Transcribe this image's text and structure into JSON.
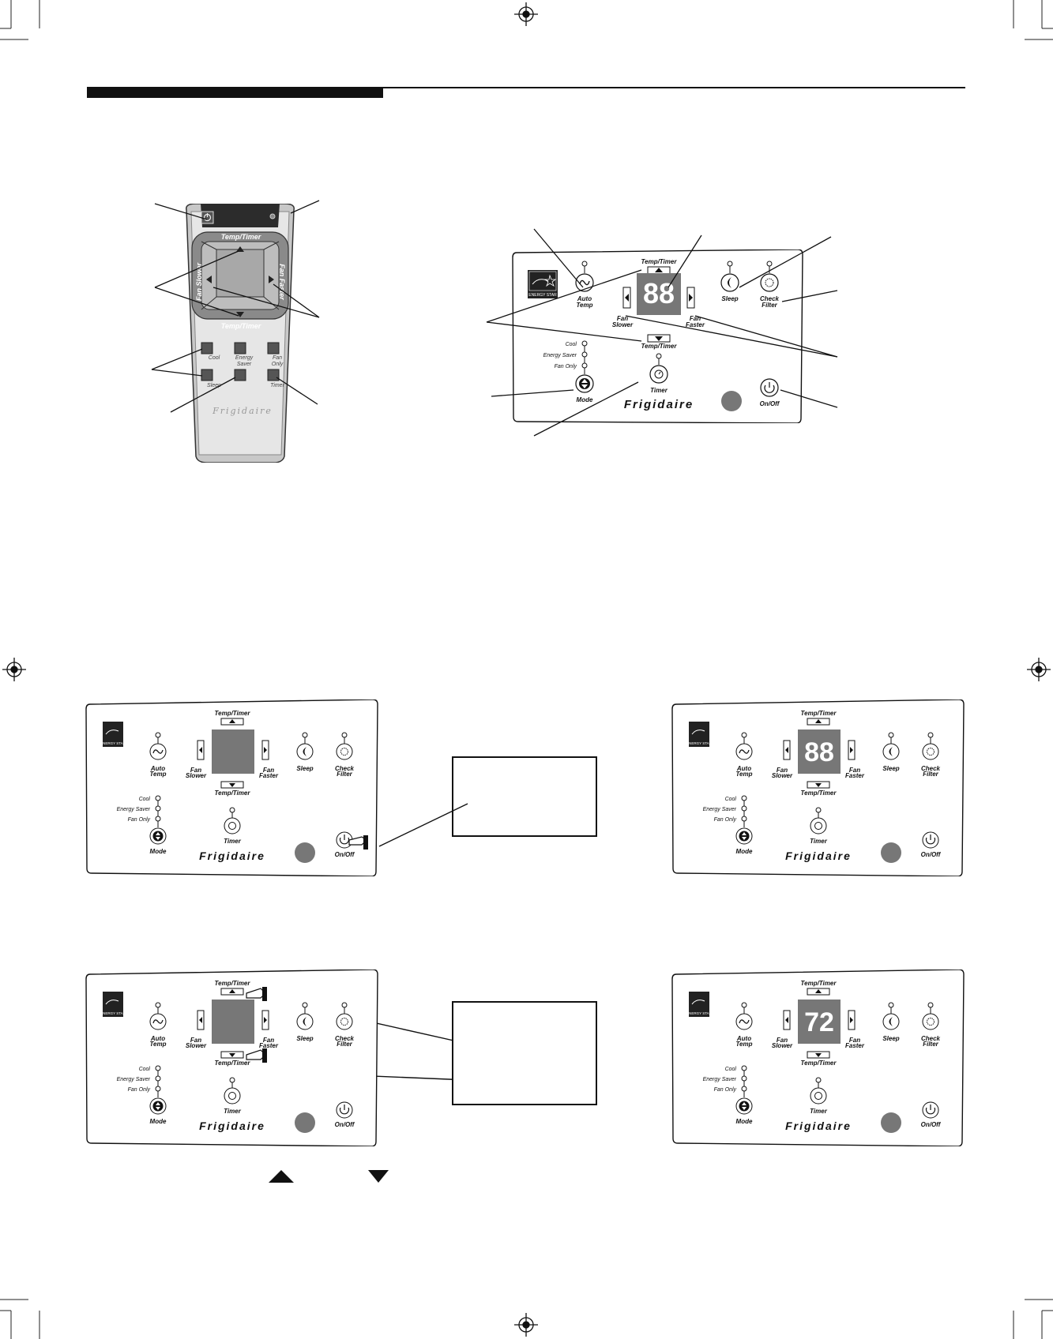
{
  "panel": {
    "energy_star": "ENERGY STAR",
    "temp_timer": "Temp/Timer",
    "auto_temp": [
      "Auto",
      "Temp"
    ],
    "fan_slower": [
      "Fan",
      "Slower"
    ],
    "fan_faster": [
      "Fan",
      "Faster"
    ],
    "sleep": "Sleep",
    "check_filter": [
      "Check",
      "Filter"
    ],
    "modes": [
      "Cool",
      "Energy Saver",
      "Fan Only"
    ],
    "mode": "Mode",
    "timer": "Timer",
    "on_off": "On/Off",
    "brand": "Frigidaire"
  },
  "remote": {
    "temp_timer": "Temp/Timer",
    "fan_slower": "Fan Slower",
    "fan_faster": "Fan Faster",
    "buttons": [
      [
        "Cool"
      ],
      [
        "Energy",
        "Saver"
      ],
      [
        "Fan",
        "Only"
      ],
      [
        "Sleep"
      ],
      [
        ""
      ],
      [
        "Timer"
      ]
    ],
    "brand": "Frigidaire"
  },
  "displays": {
    "main": "88",
    "step1_before": "",
    "step1_after": "88",
    "step2_before": "",
    "step2_after": "72"
  }
}
